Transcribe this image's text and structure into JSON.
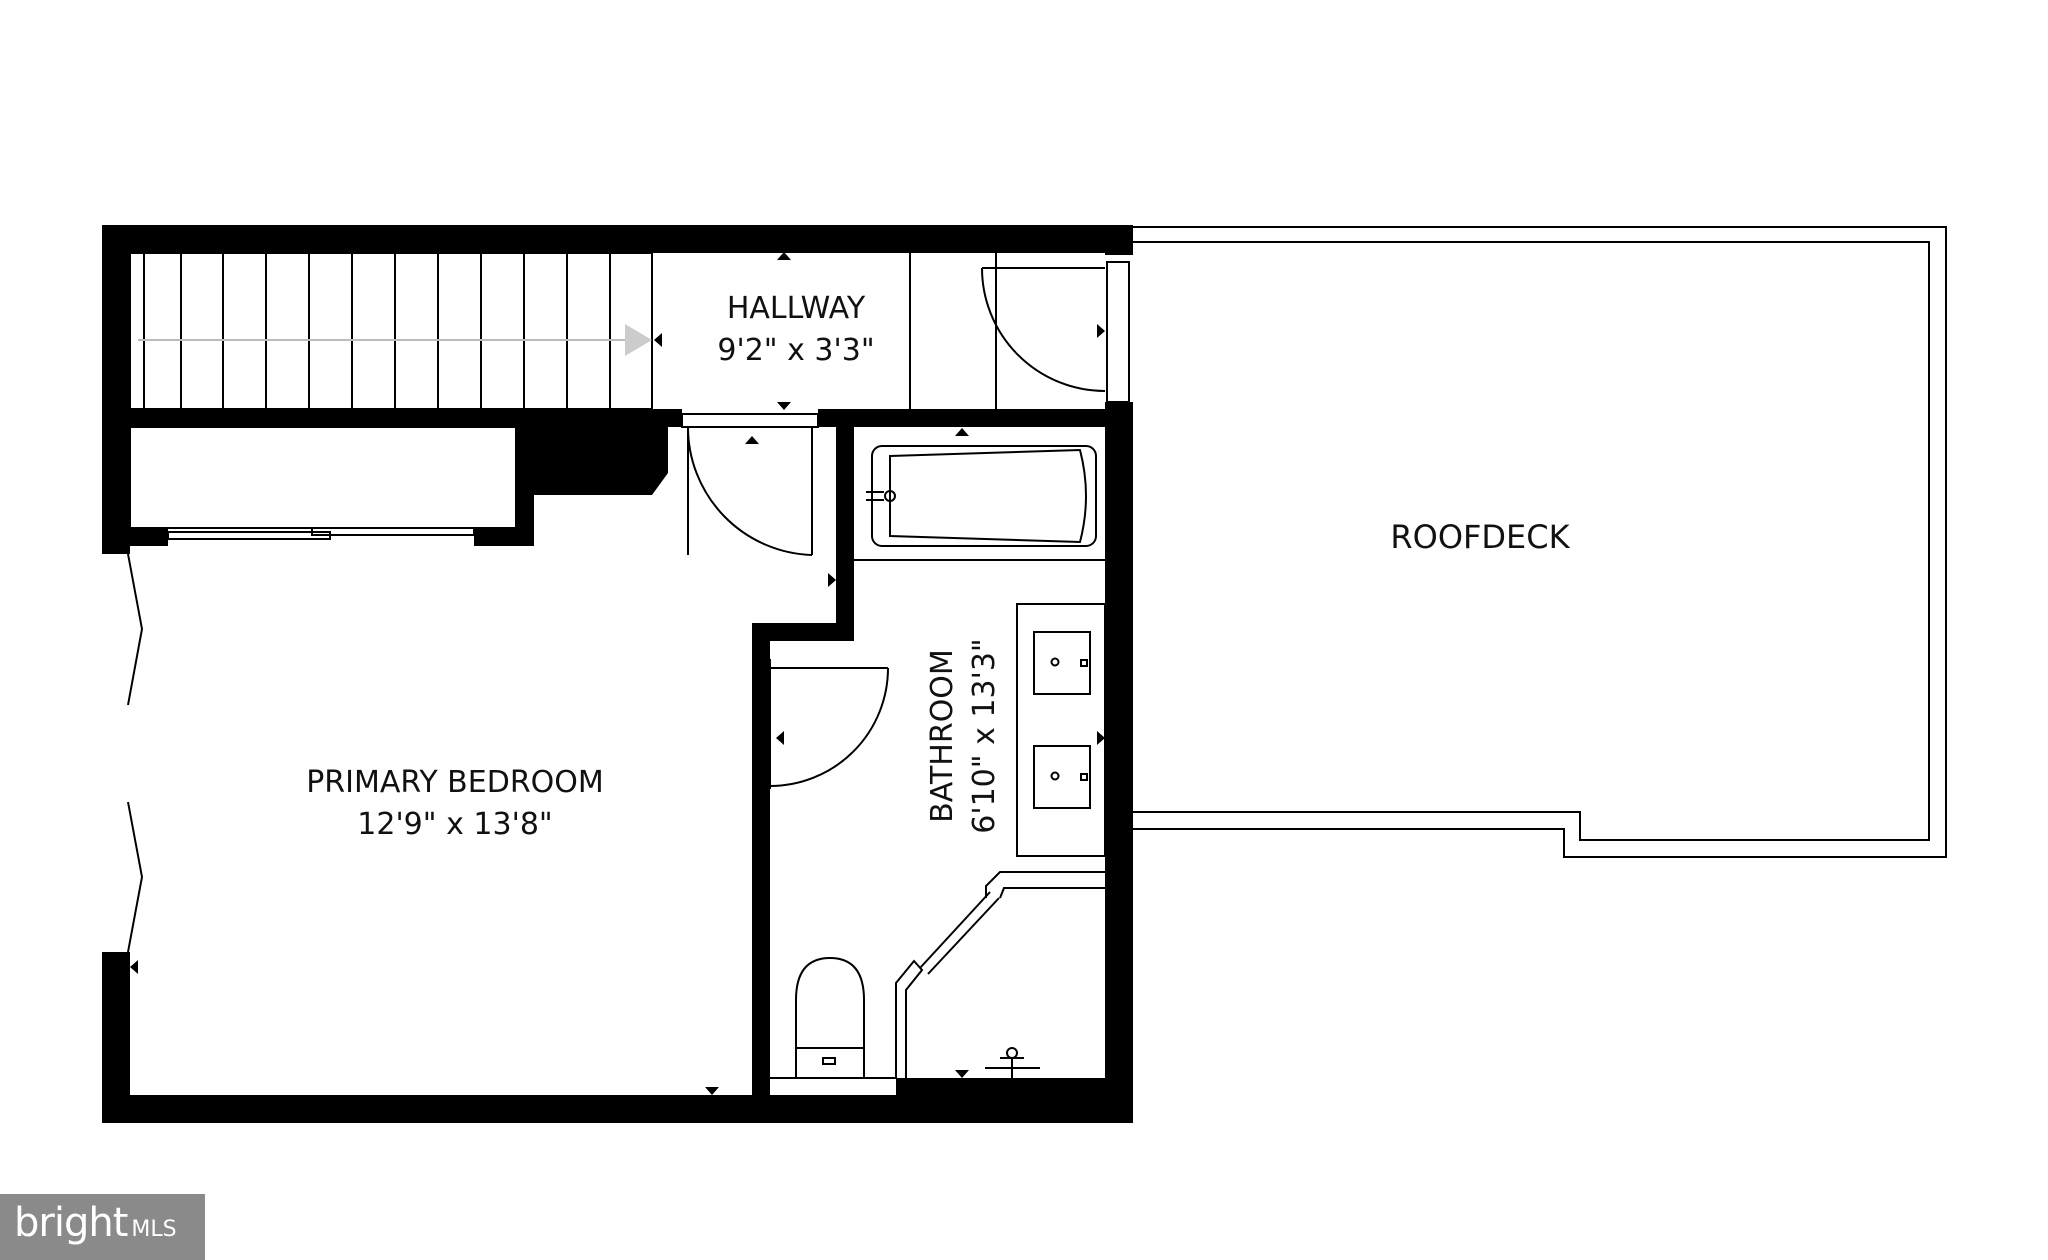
{
  "rooms": {
    "hallway": {
      "name": "HALLWAY",
      "size": "9'2\" x 3'3\""
    },
    "primary_bedroom": {
      "name": "PRIMARY BEDROOM",
      "size": "12'9\" x 13'8\""
    },
    "bathroom": {
      "name": "BATHROOM",
      "size": "6'10\" x 13'3\""
    },
    "roofdeck": {
      "name": "ROOFDECK"
    }
  },
  "watermark": {
    "brand": "bright",
    "suffix": "MLS"
  },
  "colors": {
    "wall": "#000000",
    "background": "#ffffff",
    "arrow": "#cccccc",
    "watermark_bg": "#8a8a8a"
  }
}
